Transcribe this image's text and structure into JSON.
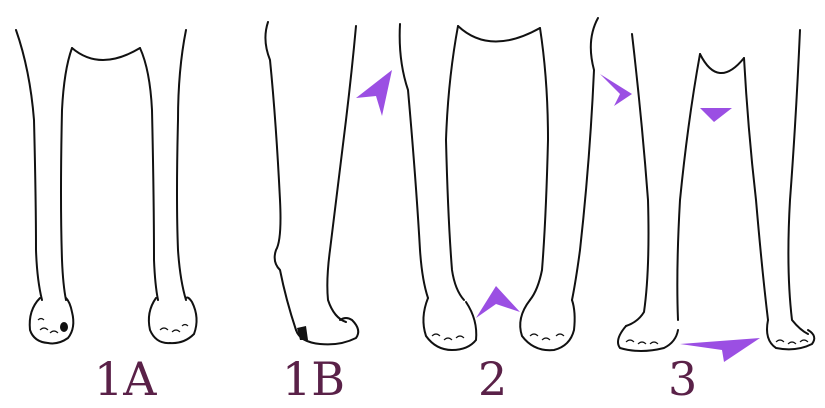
{
  "panels": [
    {
      "id": "1a",
      "label": "1A"
    },
    {
      "id": "1b",
      "label": "1B"
    },
    {
      "id": "2",
      "label": "2"
    },
    {
      "id": "3",
      "label": "3"
    }
  ],
  "colors": {
    "label_text": "#5a2148",
    "arrow": "#9b4fe3",
    "ink": "#111111",
    "background": "#ffffff"
  }
}
